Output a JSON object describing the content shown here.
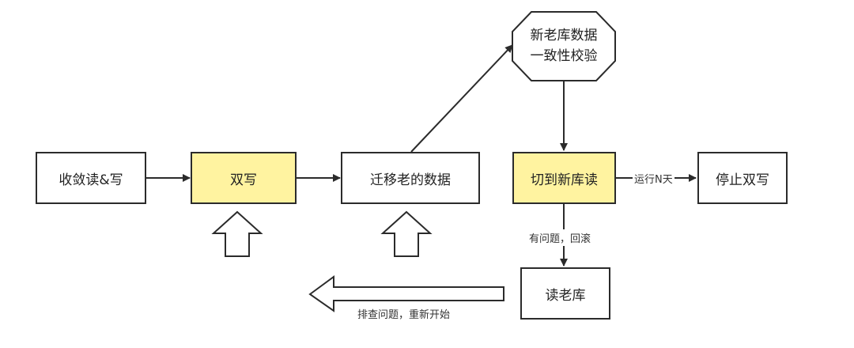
{
  "nodes": {
    "converge": {
      "label": "收敛读&写"
    },
    "double_write": {
      "label": "双写",
      "highlight_color": "#fff3a0"
    },
    "migrate": {
      "label": "迁移老的数据"
    },
    "switch_read": {
      "label": "切到新库读",
      "highlight_color": "#fff3a0"
    },
    "stop_double": {
      "label": "停止双写"
    },
    "read_old": {
      "label": "读老库"
    },
    "verify": {
      "line1": "新老库数据",
      "line2": "一致性校验"
    }
  },
  "edges": {
    "run_n_days": "运行N天",
    "problem_rollback": "有问题，回滚",
    "investigate": "排查问题，重新开始"
  },
  "colors": {
    "stroke": "#2b2b2b",
    "highlight": "#fff3a0"
  },
  "icons": [
    "arrow-up-outline-icon",
    "arrow-left-outline-icon"
  ]
}
